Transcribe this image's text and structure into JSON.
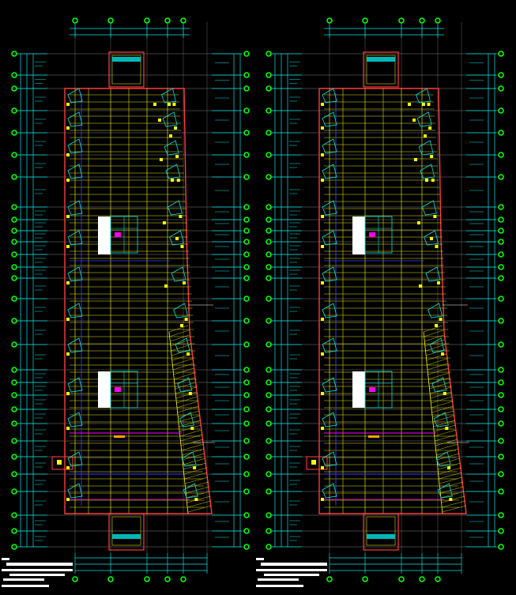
{
  "drawing": {
    "background": "#000000",
    "colors": {
      "grid": "#7f7f7f",
      "dimension": "#00e5e5",
      "axis_bubble": "#00ff00",
      "wall": "#ff3b3b",
      "floor": "#ffff00",
      "beam": "#3a3aff",
      "magenta": "#ff00ff",
      "white": "#ffffff",
      "title_bar": "#ffffff"
    },
    "sheets": [
      {
        "id": "left",
        "label": "floor-plan-left"
      },
      {
        "id": "right",
        "label": "floor-plan-right"
      }
    ]
  }
}
